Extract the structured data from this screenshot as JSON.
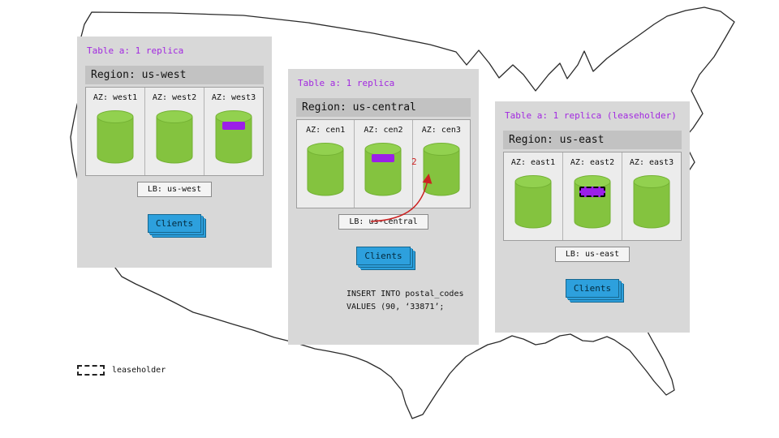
{
  "legend": {
    "label": "leaseholder"
  },
  "regions": [
    {
      "id": "us-west",
      "table_label": "Table a: 1 replica",
      "region_label": "Region: us-west",
      "azs": [
        {
          "label": "AZ: west1",
          "replica": false,
          "leaseholder": false
        },
        {
          "label": "AZ: west2",
          "replica": false,
          "leaseholder": false
        },
        {
          "label": "AZ: west3",
          "replica": true,
          "leaseholder": false
        }
      ],
      "lb_label": "LB: us-west",
      "clients_label": "Clients"
    },
    {
      "id": "us-central",
      "table_label": "Table a: 1 replica",
      "region_label": "Region: us-central",
      "azs": [
        {
          "label": "AZ: cen1",
          "replica": false,
          "leaseholder": false
        },
        {
          "label": "AZ: cen2",
          "replica": true,
          "leaseholder": false
        },
        {
          "label": "AZ: cen3",
          "replica": false,
          "leaseholder": false
        }
      ],
      "lb_label": "LB: us-central",
      "clients_label": "Clients",
      "arrow_label": "2",
      "sql_lines": [
        "INSERT INTO postal_codes",
        "VALUES (90, ‘33871’;"
      ]
    },
    {
      "id": "us-east",
      "table_label": "Table a: 1 replica (leaseholder)",
      "region_label": "Region: us-east",
      "azs": [
        {
          "label": "AZ: east1",
          "replica": false,
          "leaseholder": false
        },
        {
          "label": "AZ: east2",
          "replica": true,
          "leaseholder": true
        },
        {
          "label": "AZ: east3",
          "replica": false,
          "leaseholder": false
        }
      ],
      "lb_label": "LB: us-east",
      "clients_label": "Clients"
    }
  ],
  "colors": {
    "replica": "#9b1fe8",
    "cylinder": "#84c33f",
    "cylinder_top": "#92d14f",
    "clients": "#2da0dd",
    "table_label": "#a228e0",
    "arrow": "#cc2222"
  }
}
